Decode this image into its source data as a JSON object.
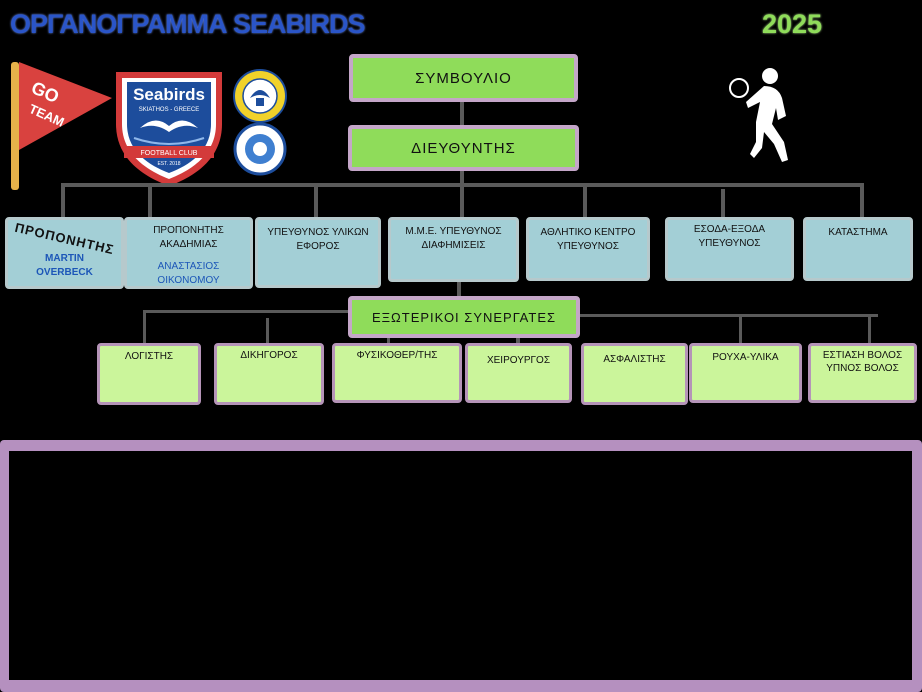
{
  "header": {
    "title": "ΟΡΓΑΝΟΓΡΑΜΜΑ SEABIRDS",
    "year": "2025"
  },
  "logos": {
    "flag_line1": "GO",
    "flag_line2": "TEAM",
    "seabirds_name": "Seabirds",
    "seabirds_sub": "SKIATHOS - GREECE",
    "seabirds_band": "FOOTBALL CLUB",
    "seabirds_est": "EST. 2018",
    "colors": {
      "shield_blue": "#1d4d9c",
      "shield_red": "#d33a3a",
      "flag_red": "#d9423f",
      "gold": "#f1d22a"
    }
  },
  "level1": {
    "board": "ΣΥΜΒΟΥΛΙΟ",
    "director": "ΔΙΕΥΘΥΝΤΗΣ"
  },
  "staff": [
    {
      "title": "ΠΡΟΠΟΝΗΤΗΣ",
      "name_line1": "MARTIN",
      "name_line2": "OVERBECK"
    },
    {
      "title_line1": "ΠΡΟΠΟΝΗΤΗΣ",
      "title_line2": "ΑΚΑΔΗΜΙΑΣ",
      "name_line1": "ΑΝΑΣΤΑΣΙΟΣ",
      "name_line2": "ΟΙΚΟΝΟΜΟΥ"
    },
    {
      "line1": "ΥΠΕΥΘΥΝΟΣ ΥΛΙΚΩΝ",
      "line2": "ΕΦΟΡΟΣ"
    },
    {
      "line1": "Μ.Μ.Ε. ΥΠΕΥΘΥΝΟΣ",
      "line2": "ΔΙΑΦΗΜΙΣΕΙΣ"
    },
    {
      "line1": "ΑΘΛΗΤΙΚΟ ΚΕΝΤΡΟ",
      "line2": "ΥΠΕΥΘΥΝΟΣ"
    },
    {
      "line1": "ΕΣΟΔΑ-ΕΞΟΔΑ",
      "line2": "ΥΠΕΥΘΥΝΟΣ"
    },
    {
      "line1": "ΚΑΤΑΣΤΗΜΑ"
    }
  ],
  "external": {
    "heading": "ΕΞΩΤΕΡΙΚΟΙ ΣΥΝΕΡΓΑΤΕΣ",
    "items": [
      "ΛΟΓΙΣΤΗΣ",
      "ΔΙΚΗΓΟΡΟΣ",
      "ΦΥΣΙΚΟΘΕΡ/ΤΗΣ",
      "ΧΕΙΡΟΥΡΓΟΣ",
      "ΑΣΦΑΛΙΣΤΗΣ",
      "ΡΟΥΧΑ-ΥΛΙΚΑ"
    ],
    "last_line1": "ΕΣΤΙΑΣΗ ΒΟΛΟΣ",
    "last_line2": "ΥΠΝΟΣ ΒΟΛΟΣ"
  }
}
